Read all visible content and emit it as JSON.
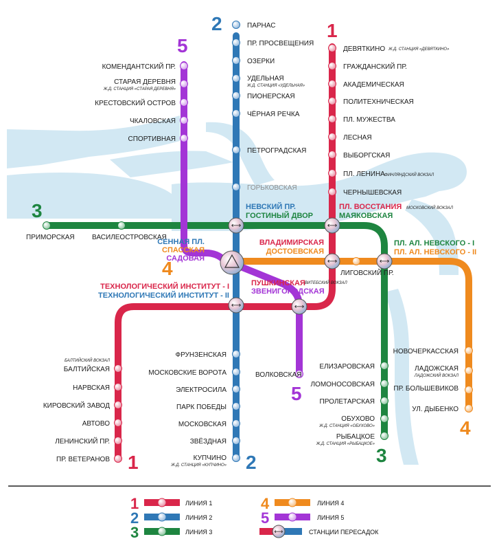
{
  "colors": {
    "line1": "#d9264a",
    "line2": "#2f78b6",
    "line3": "#1e8540",
    "line4": "#ef8a1e",
    "line5": "#a335d6",
    "river": "#d2e8f3"
  },
  "line_numbers": {
    "l1": "1",
    "l2": "2",
    "l3": "3",
    "l4": "4",
    "l5": "5"
  },
  "stations": {
    "parnas": "ПАРНАС",
    "prosvescheniya": "ПР. ПРОСВЕЩЕНИЯ",
    "ozerki": "ОЗЕРКИ",
    "udelnaya": "УДЕЛЬНАЯ",
    "udelnaya_sub": "Ж.Д. СТАНЦИЯ «УДЕЛЬНАЯ»",
    "pionerskaya": "ПИОНЕРСКАЯ",
    "chernaya": "ЧЁРНАЯ РЕЧКА",
    "petrogradskaya": "ПЕТРОГРАДСКАЯ",
    "gorkovskaya": "ГОРЬКОВСКАЯ",
    "devyatkino": "ДЕВЯТКИНО",
    "devyatkino_sub": "Ж.Д. СТАНЦИЯ «ДЕВЯТКИНО»",
    "grazhdansky": "ГРАЖДАНСКИЙ ПР.",
    "akademicheskaya": "АКАДЕМИЧЕСКАЯ",
    "polytechnicheskaya": "ПОЛИТЕХНИЧЕСКАЯ",
    "muzhestva": "ПЛ. МУЖЕСТВА",
    "lesnaya": "ЛЕСНАЯ",
    "vyborgskaya": "ВЫБОРГСКАЯ",
    "lenina": "ПЛ. ЛЕНИНА",
    "lenina_sub": "ФИНЛЯНДСКИЙ ВОКЗАЛ",
    "chernyshevskaya": "ЧЕРНЫШЕВСКАЯ",
    "komendantsky": "КОМЕНДАНТСКИЙ ПР.",
    "staraya": "СТАРАЯ ДЕРЕВНЯ",
    "staraya_sub": "Ж.Д. СТАНЦИЯ «СТАРАЯ ДЕРЕВНЯ»",
    "krestovsky": "КРЕСТОВСКИЙ ОСТРОВ",
    "chkalovskaya": "ЧКАЛОВСКАЯ",
    "sportivnaya": "СПОРТИВНАЯ",
    "primorskaya": "ПРИМОРСКАЯ",
    "vasileostrovskaya": "ВАСИЛЕОСТРОВСКАЯ",
    "nevsky": "НЕВСКИЙ ПР.",
    "gostiny": "ГОСТИНЫЙ ДВОР",
    "vosstaniya": "ПЛ. ВОССТАНИЯ",
    "vosstaniya_sub": "МОСКОВСКИЙ ВОКЗАЛ",
    "mayakovskaya": "МАЯКОВСКАЯ",
    "sennaya": "СЕННАЯ ПЛ.",
    "spasskaya": "СПАССКАЯ",
    "sadovaya": "САДОВАЯ",
    "vladimirskaya": "ВЛАДИМИРСКАЯ",
    "dostoevskaya": "ДОСТОЕВСКАЯ",
    "ligovsky": "ЛИГОВСКИЙ ПР.",
    "nevskogo1": "ПЛ. АЛ. НЕВСКОГО - I",
    "nevskogo2": "ПЛ. АЛ. НЕВСКОГО - II",
    "tekhno1": "ТЕХНОЛОГИЧЕСКИЙ ИНСТИТУТ - I",
    "tekhno2": "ТЕХНОЛОГИЧЕСКИЙ ИНСТИТУТ - II",
    "pushkinskaya": "ПУШКИНСКАЯ",
    "pushkinskaya_sub": "ВИТЕБСКИЙ ВОКЗАЛ",
    "zvenigorodskaya": "ЗВЕНИГОРОДСКАЯ",
    "baltiyskaya_sub": "БАЛТИЙСКИЙ ВОКЗАЛ",
    "baltiyskaya": "БАЛТИЙСКАЯ",
    "narvskaya": "НАРВСКАЯ",
    "kirovsky": "КИРОВСКИЙ ЗАВОД",
    "avtovo": "АВТОВО",
    "leninsky": "ЛЕНИНСКИЙ ПР.",
    "veteranov": "ПР. ВЕТЕРАНОВ",
    "frunzenskaya": "ФРУНЗЕНСКАЯ",
    "mosvorota": "МОСКОВСКИЕ ВОРОТА",
    "elektrosila": "ЭЛЕКТРОСИЛА",
    "pobedy": "ПАРК ПОБЕДЫ",
    "moskovskaya": "МОСКОВСКАЯ",
    "zvezdnaya": "ЗВЁЗДНАЯ",
    "kupchino": "КУПЧИНО",
    "kupchino_sub": "Ж.Д. СТАНЦИЯ «КУПЧИНО»",
    "volkovskaya": "ВОЛКОВСКАЯ",
    "elizarovskaya": "ЕЛИЗАРОВСКАЯ",
    "lomonosovskaya": "ЛОМОНОСОВСКАЯ",
    "proletarskaya": "ПРОЛЕТАРСКАЯ",
    "obukhovo": "ОБУХОВО",
    "obukhovo_sub": "Ж.Д. СТАНЦИЯ «ОБУХОВО»",
    "rybatskoe": "РЫБАЦКОЕ",
    "rybatskoe_sub": "Ж.Д. СТАНЦИЯ «РЫБАЦКОЕ»",
    "novocherkasskaya": "НОВОЧЕРКАССКАЯ",
    "ladozhskaya": "ЛАДОЖСКАЯ",
    "ladozhskaya_sub": "ЛАДОЖСКИЙ ВОКЗАЛ",
    "bolshevikov": "ПР. БОЛЬШЕВИКОВ",
    "dybenko": "УЛ. ДЫБЕНКО"
  },
  "legend": {
    "line1": "ЛИНИЯ 1",
    "line2": "ЛИНИЯ 2",
    "line3": "ЛИНИЯ 3",
    "line4": "ЛИНИЯ 4",
    "line5": "ЛИНИЯ 5",
    "transfer": "СТАНЦИИ ПЕРЕСАДОК"
  }
}
